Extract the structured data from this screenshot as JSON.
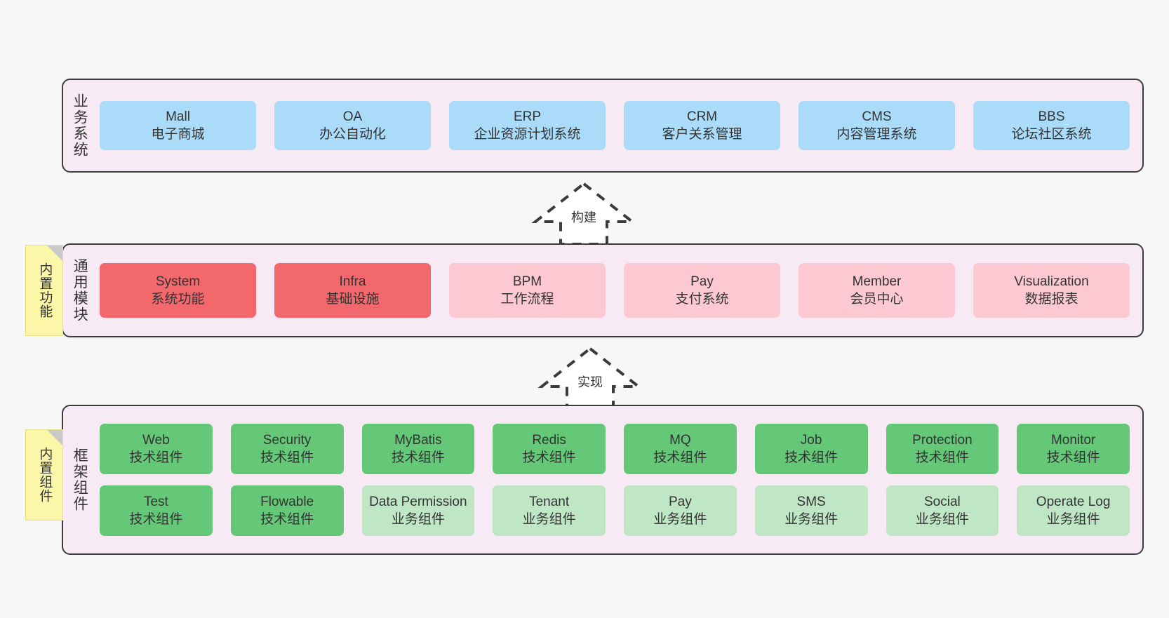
{
  "diagram": {
    "background_color": "#f7f7f7",
    "panel_color": "#f8eaf4",
    "border_color": "#3b3b3b"
  },
  "layers": {
    "business": {
      "title": "业务系统",
      "color": "#aadcfa",
      "items": [
        {
          "name": "Mall",
          "desc": "电子商城"
        },
        {
          "name": "OA",
          "desc": "办公自动化"
        },
        {
          "name": "ERP",
          "desc": "企业资源计划系统"
        },
        {
          "name": "CRM",
          "desc": "客户关系管理"
        },
        {
          "name": "CMS",
          "desc": "内容管理系统"
        },
        {
          "name": "BBS",
          "desc": "论坛社区系统"
        }
      ]
    },
    "common": {
      "title": "通用模块",
      "accent_color": "#f2686d",
      "secondary_color": "#fcc9d3",
      "items": [
        {
          "name": "System",
          "desc": "系统功能",
          "emphasis": true
        },
        {
          "name": "Infra",
          "desc": "基础设施",
          "emphasis": true
        },
        {
          "name": "BPM",
          "desc": "工作流程",
          "emphasis": false
        },
        {
          "name": "Pay",
          "desc": "支付系统",
          "emphasis": false
        },
        {
          "name": "Member",
          "desc": "会员中心",
          "emphasis": false
        },
        {
          "name": "Visualization",
          "desc": "数据报表",
          "emphasis": false
        }
      ]
    },
    "framework": {
      "title": "框架组件",
      "accent_color": "#64c878",
      "secondary_color": "#bfe7c6",
      "row1": [
        {
          "name": "Web",
          "desc": "技术组件"
        },
        {
          "name": "Security",
          "desc": "技术组件"
        },
        {
          "name": "MyBatis",
          "desc": "技术组件"
        },
        {
          "name": "Redis",
          "desc": "技术组件"
        },
        {
          "name": "MQ",
          "desc": "技术组件"
        },
        {
          "name": "Job",
          "desc": "技术组件"
        },
        {
          "name": "Protection",
          "desc": "技术组件"
        },
        {
          "name": "Monitor",
          "desc": "技术组件"
        }
      ],
      "row2": [
        {
          "name": "Test",
          "desc": "技术组件",
          "emphasis": true
        },
        {
          "name": "Flowable",
          "desc": "技术组件",
          "emphasis": true
        },
        {
          "name": "Data Permission",
          "desc": "业务组件",
          "emphasis": false
        },
        {
          "name": "Tenant",
          "desc": "业务组件",
          "emphasis": false
        },
        {
          "name": "Pay",
          "desc": "业务组件",
          "emphasis": false
        },
        {
          "name": "SMS",
          "desc": "业务组件",
          "emphasis": false
        },
        {
          "name": "Social",
          "desc": "业务组件",
          "emphasis": false
        },
        {
          "name": "Operate Log",
          "desc": "业务组件",
          "emphasis": false
        }
      ]
    }
  },
  "stickies": [
    {
      "label": "内置功能",
      "color": "#fcf6a8"
    },
    {
      "label": "内置组件",
      "color": "#fcf6a8"
    }
  ],
  "arrows": [
    {
      "label": "构建",
      "direction": "up",
      "style": "dashed"
    },
    {
      "label": "实现",
      "direction": "up",
      "style": "dashed"
    }
  ]
}
